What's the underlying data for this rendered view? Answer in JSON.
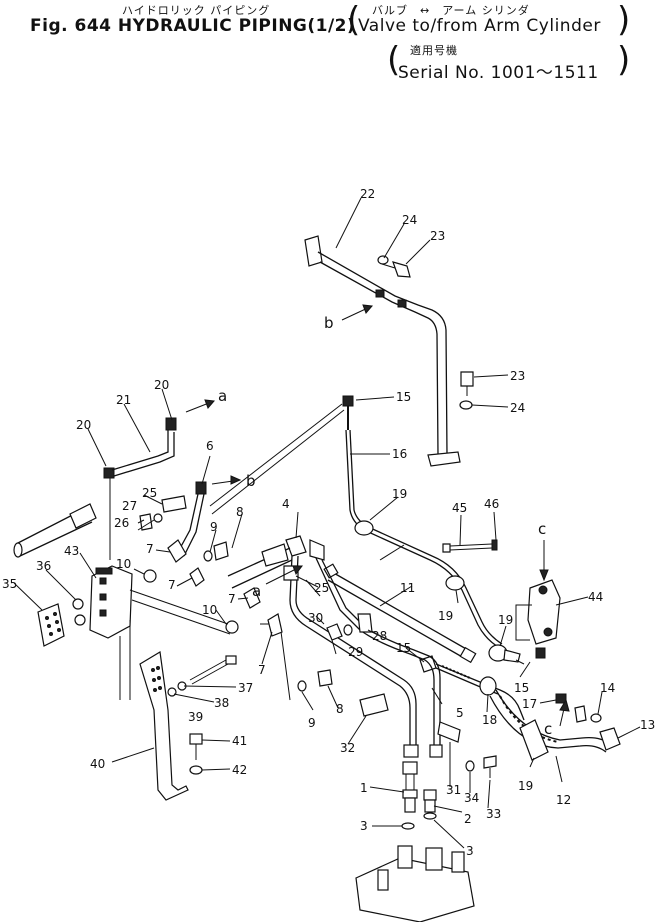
{
  "header": {
    "title_kana": "ハイドロリック パイピング",
    "title": "Fig. 644 HYDRAULIC PIPING(1/2)",
    "subtitle_kana": "バルブ　↔　アーム シリンダ",
    "subtitle": "Valve to/from Arm Cylinder",
    "serial_kana": "適用号機",
    "serial": "Serial No. 1001～1511"
  },
  "labels": {
    "p1": "1",
    "p2": "2",
    "p3a": "3",
    "p3b": "3",
    "p4": "4",
    "p5": "5",
    "p6": "6",
    "p7a": "7",
    "p7b": "7",
    "p7c": "7",
    "p7d": "7",
    "p8a": "8",
    "p8b": "8",
    "p9a": "9",
    "p9b": "9",
    "p10a": "10",
    "p10b": "10",
    "p11": "11",
    "p12": "12",
    "p13": "13",
    "p14": "14",
    "p15a": "15",
    "p15b": "15",
    "p15c": "15",
    "p16": "16",
    "p17": "17",
    "p18": "18",
    "p19a": "19",
    "p19b": "19",
    "p19c": "19",
    "p19d": "19",
    "p20a": "20",
    "p20b": "20",
    "p21": "21",
    "p22": "22",
    "p23a": "23",
    "p23b": "23",
    "p24a": "24",
    "p24b": "24",
    "p25a": "25",
    "p25b": "25",
    "p26": "26",
    "p27": "27",
    "p28": "28",
    "p29": "29",
    "p30": "30",
    "p31": "31",
    "p32": "32",
    "p33": "33",
    "p34": "34",
    "p35": "35",
    "p36": "36",
    "p37": "37",
    "p38": "38",
    "p39": "39",
    "p40": "40",
    "p41": "41",
    "p42": "42",
    "p43": "43",
    "p44": "44",
    "p45": "45",
    "p46": "46",
    "ref_a1": "a",
    "ref_a2": "a",
    "ref_b1": "b",
    "ref_b2": "b",
    "ref_c1": "c",
    "ref_c2": "c"
  }
}
